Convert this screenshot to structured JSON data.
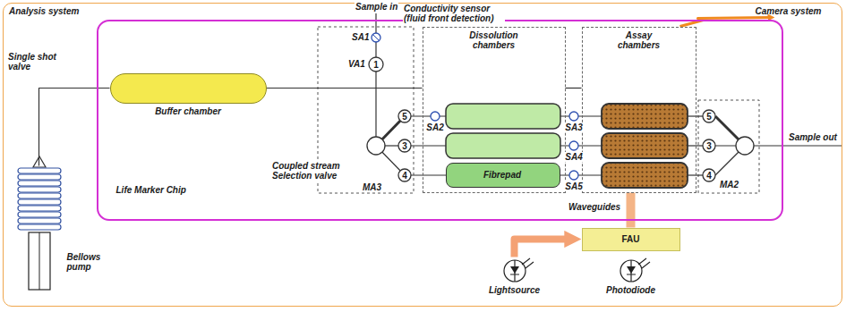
{
  "diagram": {
    "nodes": [
      {
        "text": [
          "Analysis system"
        ]
      },
      {
        "text": [
          "Life Marker Chip"
        ],
        "in": 0
      },
      {
        "text": [
          "Buffer chamber"
        ],
        "in": 1
      },
      {
        "text": [
          "Dissolution chambers"
        ],
        "in": 1
      },
      {
        "text": [
          "Fibrepad"
        ],
        "in": 3
      },
      {
        "text": [
          "Assay chambers"
        ],
        "in": 1
      },
      {
        "text": [
          "Bellows pump"
        ],
        "in": 0
      },
      {
        "text": [
          "Camera system"
        ],
        "in": 0
      },
      {
        "text": [
          "FAU"
        ],
        "in": 0
      },
      {
        "text": [
          "Lightsource"
        ],
        "in": 0
      },
      {
        "text": [
          "Photodiode"
        ],
        "in": 0
      }
    ],
    "edges": [
      {
        "from": 6,
        "to": 2,
        "arrow": "none"
      },
      {
        "from": 2,
        "to": 3,
        "arrow": "none"
      },
      {
        "from": 3,
        "to": 5,
        "arrow": "none"
      },
      {
        "from": 9,
        "to": 8,
        "arrow": "to"
      },
      {
        "from": 8,
        "to": 5,
        "arrow": "none"
      },
      {
        "from": 5,
        "to": 7,
        "arrow": "to"
      }
    ],
    "labels": [
      "Single shot valve",
      "Sample in",
      "SA1",
      "Conductivity sensor (fluid front detection)",
      "VA1",
      "1",
      "5",
      "3",
      "4",
      "MA3",
      "Coupled stream Selection valve",
      "SA2",
      "SA3",
      "SA4",
      "SA5",
      "5",
      "3",
      "4",
      "MA2",
      "Sample out",
      "Waveguides"
    ]
  }
}
